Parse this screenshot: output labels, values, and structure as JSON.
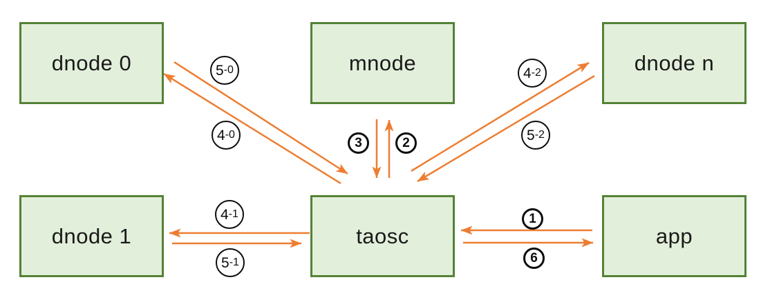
{
  "diagram": {
    "description": "Message flow diagram between app, taosc, mnode and data nodes",
    "colors": {
      "node_fill": "#e2efda",
      "node_border": "#548235",
      "arrow": "#ed7d31",
      "badge_border": "#0d0d0d",
      "text": "#1a1a1a",
      "background": "#ffffff"
    },
    "nodes": [
      {
        "id": "dnode0",
        "label": "dnode 0"
      },
      {
        "id": "mnode",
        "label": "mnode"
      },
      {
        "id": "dnoden",
        "label": "dnode n"
      },
      {
        "id": "dnode1",
        "label": "dnode 1"
      },
      {
        "id": "taosc",
        "label": "taosc"
      },
      {
        "id": "app",
        "label": "app"
      }
    ],
    "edges": [
      {
        "id": "5-0",
        "from": "dnode 0",
        "to": "taosc",
        "badge": {
          "main": "5",
          "suffix": "-0"
        }
      },
      {
        "id": "4-0",
        "from": "taosc",
        "to": "dnode 0",
        "badge": {
          "main": "4",
          "suffix": "-0"
        }
      },
      {
        "id": "3",
        "from": "mnode",
        "to": "taosc",
        "badge": {
          "main": "3",
          "suffix": ""
        }
      },
      {
        "id": "2",
        "from": "taosc",
        "to": "mnode",
        "badge": {
          "main": "2",
          "suffix": ""
        }
      },
      {
        "id": "4-2",
        "from": "taosc",
        "to": "dnode n",
        "badge": {
          "main": "4",
          "suffix": "-2"
        }
      },
      {
        "id": "5-2",
        "from": "dnode n",
        "to": "taosc",
        "badge": {
          "main": "5",
          "suffix": "-2"
        }
      },
      {
        "id": "4-1",
        "from": "taosc",
        "to": "dnode 1",
        "badge": {
          "main": "4",
          "suffix": "-1"
        }
      },
      {
        "id": "5-1",
        "from": "dnode 1",
        "to": "taosc",
        "badge": {
          "main": "5",
          "suffix": "-1"
        }
      },
      {
        "id": "1",
        "from": "app",
        "to": "taosc",
        "badge": {
          "main": "1",
          "suffix": ""
        }
      },
      {
        "id": "6",
        "from": "taosc",
        "to": "app",
        "badge": {
          "main": "6",
          "suffix": ""
        }
      }
    ]
  }
}
